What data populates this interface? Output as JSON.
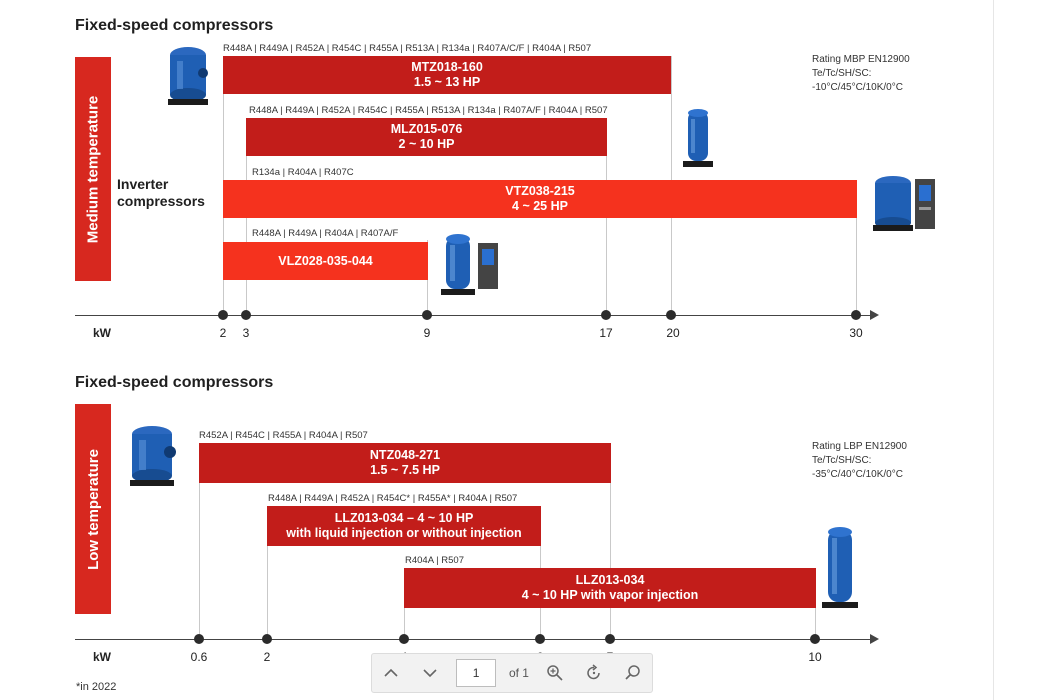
{
  "section1": {
    "title": "Fixed-speed compressors",
    "band_label": "Medium temperature",
    "inverter_label_line1": "Inverter",
    "inverter_label_line2": "compressors",
    "rating": [
      "Rating MBP EN12900",
      "Te/Tc/SH/SC:",
      "-10°C/45°C/10K/0°C"
    ],
    "bars": [
      {
        "refrigerants": "R448A | R449A | R452A | R454C | R455A | R513A | R134a | R407A/C/F | R404A | R507",
        "model": "MTZ018-160",
        "power": "1.5 ~ 13 HP"
      },
      {
        "refrigerants": "R448A | R449A | R452A | R454C | R455A | R513A | R134a | R407A/F | R404A | R507",
        "model": "MLZ015-076",
        "power": "2 ~ 10 HP"
      },
      {
        "refrigerants": "R134a | R404A | R407C",
        "model": "VTZ038-215",
        "power": "4 ~ 25 HP"
      },
      {
        "refrigerants": "R448A | R449A | R404A | R407A/F",
        "model": "VLZ028-035-044",
        "power": ""
      }
    ],
    "axis_unit": "kW",
    "ticks": [
      "2",
      "3",
      "9",
      "17",
      "20",
      "30"
    ]
  },
  "section2": {
    "title": "Fixed-speed compressors",
    "band_label": "Low temperature",
    "rating": [
      "Rating LBP EN12900",
      "Te/Tc/SH/SC:",
      "-35°C/40°C/10K/0°C"
    ],
    "bars": [
      {
        "refrigerants": "R452A | R454C | R455A | R404A | R507",
        "model": "NTZ048-271",
        "power": "1.5 ~ 7.5 HP"
      },
      {
        "refrigerants": "R448A | R449A | R452A | R454C* | R455A* | R404A | R507",
        "model": "LLZ013-034 – 4 ~ 10 HP",
        "power": "with liquid injection or without injection"
      },
      {
        "refrigerants": "R404A | R507",
        "model": "LLZ013-034",
        "power": "4 ~ 10 HP with vapor injection"
      }
    ],
    "axis_unit": "kW",
    "ticks": [
      "0.6",
      "2",
      "4",
      "6",
      "7",
      "10"
    ]
  },
  "footnote": "*in 2022",
  "toolbar": {
    "page_value": "1",
    "page_total": "of 1"
  },
  "colors": {
    "band": "#d7281f",
    "bar_dark": "#c21d1a",
    "bar_bright": "#f5321e",
    "compressor_blue": "#1f5fb4"
  }
}
